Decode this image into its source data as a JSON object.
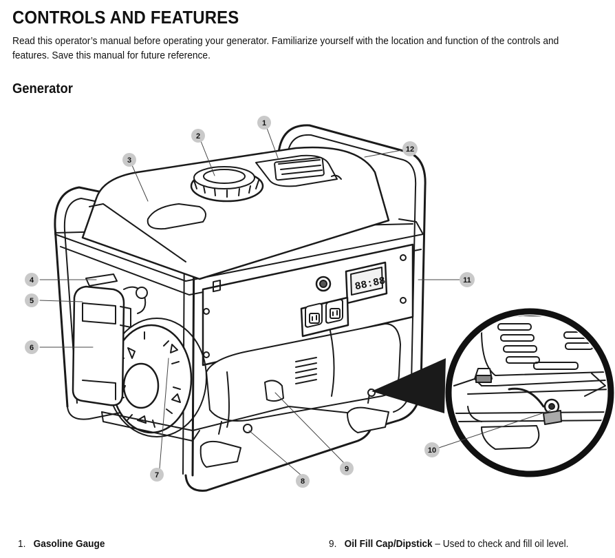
{
  "header": {
    "title": "CONTROLS AND FEATURES",
    "intro": "Read this operator’s manual before operating your generator. Familiarize yourself with the location and function of the controls and features. Save this manual for future reference."
  },
  "section": {
    "title": "Generator"
  },
  "diagram": {
    "callouts": [
      "1",
      "2",
      "3",
      "4",
      "5",
      "6",
      "7",
      "8",
      "9",
      "10",
      "11",
      "12"
    ],
    "display_readout": "88:88"
  },
  "legend": [
    {
      "number": "1.",
      "term": "Gasoline Gauge",
      "description": ""
    },
    {
      "number": "9.",
      "term": "Oil Fill Cap/Dipstick",
      "description": " – Used to check and fill oil level."
    }
  ]
}
